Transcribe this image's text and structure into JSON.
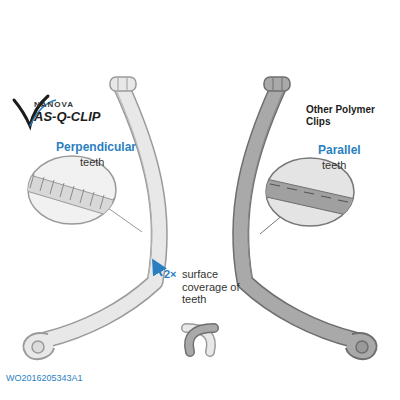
{
  "diagram": {
    "labels": [
      "NANOVA",
      "AS-Q-CLIP",
      "Other Polymer Clips",
      "Perpendicular",
      "teeth",
      "Parallel",
      "teeth",
      "2×",
      "surface coverage of teeth",
      "WO2016205343A1"
    ]
  }
}
